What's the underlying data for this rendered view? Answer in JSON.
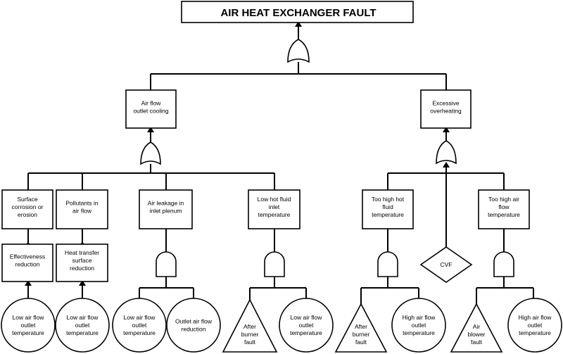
{
  "title": "AIR HEAT EXCHANGER FAULT",
  "events": {
    "air_flow_outlet_cooling": [
      "Air flow",
      "outlet cooling"
    ],
    "excessive_overheating": [
      "Excessive",
      "overheating"
    ],
    "surface_corrosion": [
      "Surface",
      "corrosion or",
      "erosion"
    ],
    "pollutants": [
      "Pollutants in",
      "air flow"
    ],
    "air_leakage": [
      "Air leakage in",
      "inlet plenum"
    ],
    "low_hot_fluid": [
      "Low hot fluid",
      "inlet",
      "temperature"
    ],
    "too_high_hot_fluid": [
      "Too high hot",
      "fluid",
      "temperature"
    ],
    "too_high_air_flow": [
      "Too high air",
      "flow",
      "temperature"
    ],
    "effectiveness_reduction": [
      "Effectiveness",
      "reduction"
    ],
    "heat_transfer_reduction": [
      "Heat transfer",
      "surface",
      "reduction"
    ]
  },
  "basic_events": {
    "c1": [
      "Low air flow",
      "outlet",
      "temperature"
    ],
    "c2": [
      "Low air flow",
      "outlet",
      "temperature"
    ],
    "c3": [
      "Low air flow",
      "outlet",
      "temperature"
    ],
    "c4": [
      "Outlet air flow",
      "reduction"
    ],
    "c5": [
      "Low air flow",
      "outlet",
      "temperature"
    ],
    "c6": [
      "High air flow",
      "outlet",
      "temperature"
    ],
    "c7": [
      "High air flow",
      "outlet",
      "temperature"
    ]
  },
  "undeveloped_events": {
    "t1": [
      "After",
      "burner",
      "fault"
    ],
    "t2": [
      "After",
      "burner",
      "fault"
    ],
    "t3": [
      "Air",
      "blower",
      "fault"
    ]
  },
  "transfer_event": "CVF"
}
